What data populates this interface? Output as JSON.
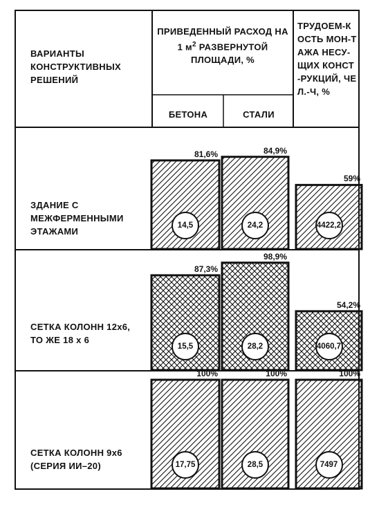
{
  "header": {
    "variants": "ВАРИАНТЫ КОНСТРУКТИВНЫХ РЕШЕНИЙ",
    "consumption_pre": "ПРИВЕДЕННЫЙ РАСХОД НА 1 м",
    "consumption_sup": "2",
    "consumption_post": " РАЗВЕРНУТОЙ ПЛОЩАДИ, %",
    "concrete": "БЕТОНА",
    "steel": "СТАЛИ",
    "labor": "ТРУДОЕМ-КОСТЬ МОН-ТАЖА НЕСУ-ЩИХ КОНСТ-РУКЦИЙ, ЧЕЛ.-Ч, %"
  },
  "chart_data": {
    "type": "bar",
    "categories": [
      "ЗДАНИЕ С МЕЖФЕРМЕННЫМИ ЭТАЖАМИ",
      "СЕТКА КОЛОНН 12х6, ТО ЖЕ 18 х 6",
      "СЕТКА КОЛОНН 9х6 (СЕРИЯ ИИ–20)"
    ],
    "ylim": [
      0,
      100
    ],
    "series": [
      {
        "name": "БЕТОНА",
        "values": [
          81.6,
          87.3,
          100
        ],
        "labels": [
          "81,6%",
          "87,3%",
          "100%"
        ],
        "inner": [
          "14,5",
          "15,5",
          "17,75"
        ]
      },
      {
        "name": "СТАЛИ",
        "values": [
          84.9,
          98.9,
          100
        ],
        "labels": [
          "84,9%",
          "98,9%",
          "100%"
        ],
        "inner": [
          "24,2",
          "28,2",
          "28,5"
        ]
      },
      {
        "name": "ТРУДОЕМКОСТЬ",
        "values": [
          59,
          54.2,
          100
        ],
        "labels": [
          "59%",
          "54,2%",
          "100%"
        ],
        "inner": [
          "4422,2",
          "4060,7",
          "7497"
        ]
      }
    ],
    "row_patterns": [
      "diagonal",
      "crosshatch",
      "diagonal"
    ],
    "colors": {
      "ink": "#111111",
      "paper": "#ffffff"
    }
  }
}
